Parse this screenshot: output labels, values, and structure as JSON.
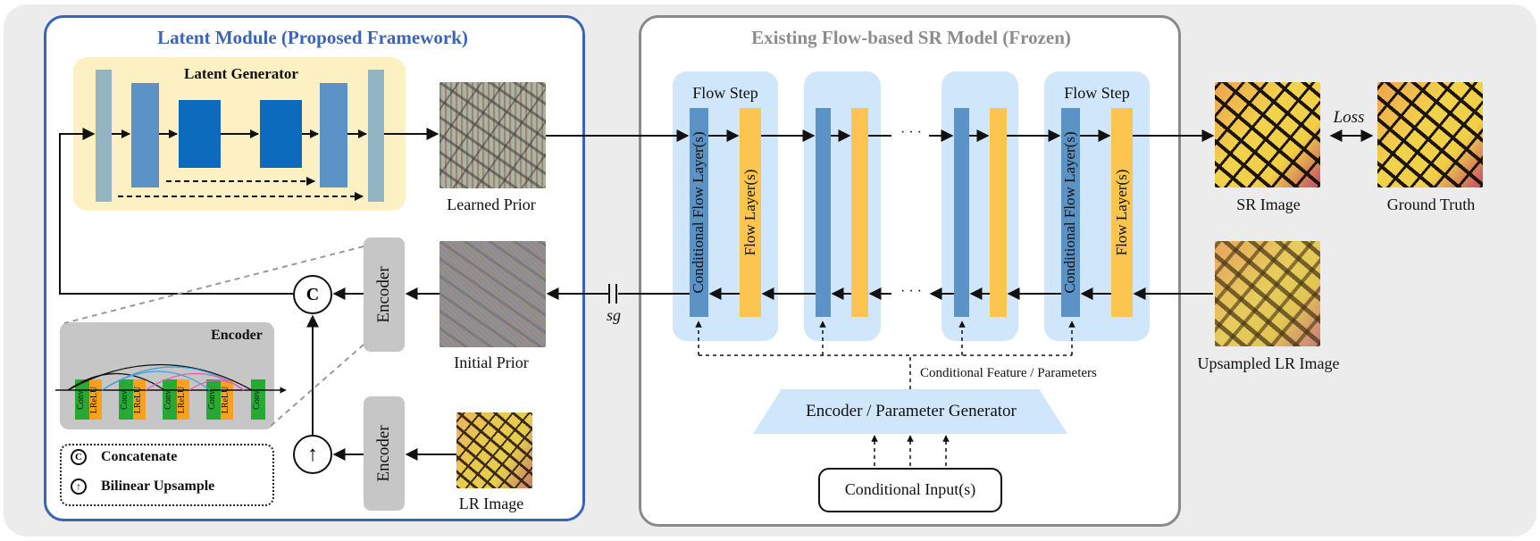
{
  "latent_module": {
    "title": "Latent Module (Proposed Framework)",
    "generator_label": "Latent Generator",
    "learned_prior": "Learned Prior",
    "initial_prior": "Initial Prior",
    "lr_image": "LR Image",
    "encoder_label": "Encoder",
    "encoder_detail_title": "Encoder",
    "concat_symbol": "C",
    "upsample_symbol": "↑",
    "legend": {
      "concat_symbol": "C",
      "concat": "Concatenate",
      "upsample_symbol": "↑",
      "upsample": "Bilinear Upsample"
    },
    "encoder_blocks": [
      {
        "conv": "Conv",
        "act": "LReLU"
      },
      {
        "conv": "Conv",
        "act": "LReLU"
      },
      {
        "conv": "Conv",
        "act": "LReLU"
      },
      {
        "conv": "Conv",
        "act": "LReLU"
      },
      {
        "conv": "Conv",
        "act": ""
      }
    ]
  },
  "flow_model": {
    "title": "Existing Flow-based SR Model (Frozen)",
    "flow_step": "Flow Step",
    "conditional_flow_layers": "Conditional Flow Layer(s)",
    "flow_layers": "Flow Layer(s)",
    "ellipsis": "· · ·",
    "sg": "sg",
    "cond_feature": "Conditional Feature / Parameters",
    "param_generator": "Encoder / Parameter Generator",
    "cond_input": "Conditional Input(s)"
  },
  "outputs": {
    "sr_image": "SR Image",
    "ground_truth": "Ground Truth",
    "loss": "Loss",
    "upsampled_lr": "Upsampled LR Image"
  },
  "colors": {
    "blue_border": "#3a64b8",
    "gray_border": "#8a8a8a",
    "generator_bg": "#fdf0c2",
    "flow_step_bg": "#cfe6fb",
    "cond_layer": "#5b93c6",
    "flow_layer": "#fcc550",
    "encoder_gray": "#c6c6c6",
    "conv_green": "#27a935",
    "lrelu_orange": "#f7a21a"
  }
}
